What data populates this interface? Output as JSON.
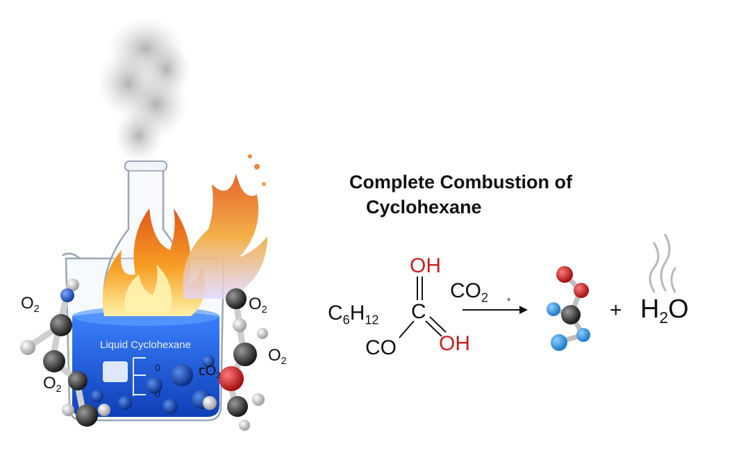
{
  "title_line1": "Complete Combustion of",
  "title_line2": "Cyclohexane",
  "beaker_label": "Liquid Cyclohexane",
  "scale_marks": [
    "0",
    "0"
  ],
  "reactant": {
    "base": "C",
    "sub1": "6",
    "mid": "H",
    "sub2": "12"
  },
  "structure": {
    "center": "C",
    "top": "OH",
    "right": "OH",
    "left": "CO"
  },
  "product_co2": {
    "base": "CO",
    "sub": "2"
  },
  "arrow_glyph": "*",
  "plus": "+",
  "water": {
    "a": "H",
    "sub": "2",
    "b": "O"
  },
  "o2_labels": [
    {
      "base": "O",
      "sub": "2"
    },
    {
      "base": "O",
      "sub": "2"
    },
    {
      "base": "O",
      "sub": "2"
    },
    {
      "base": "O",
      "sub": "2"
    }
  ],
  "co2_mol_label": "ꞇO",
  "co2_mol_label_sub": "2",
  "colors": {
    "liquid_blue": "#1f5fe0",
    "flame_orange": "#f48a1c",
    "oxygen_red": "#d21f1f",
    "carbon_dark": "#2b2b2b",
    "hydrogen_light": "#e6e6e6",
    "nitrogen_blue": "#2b6fe8"
  }
}
